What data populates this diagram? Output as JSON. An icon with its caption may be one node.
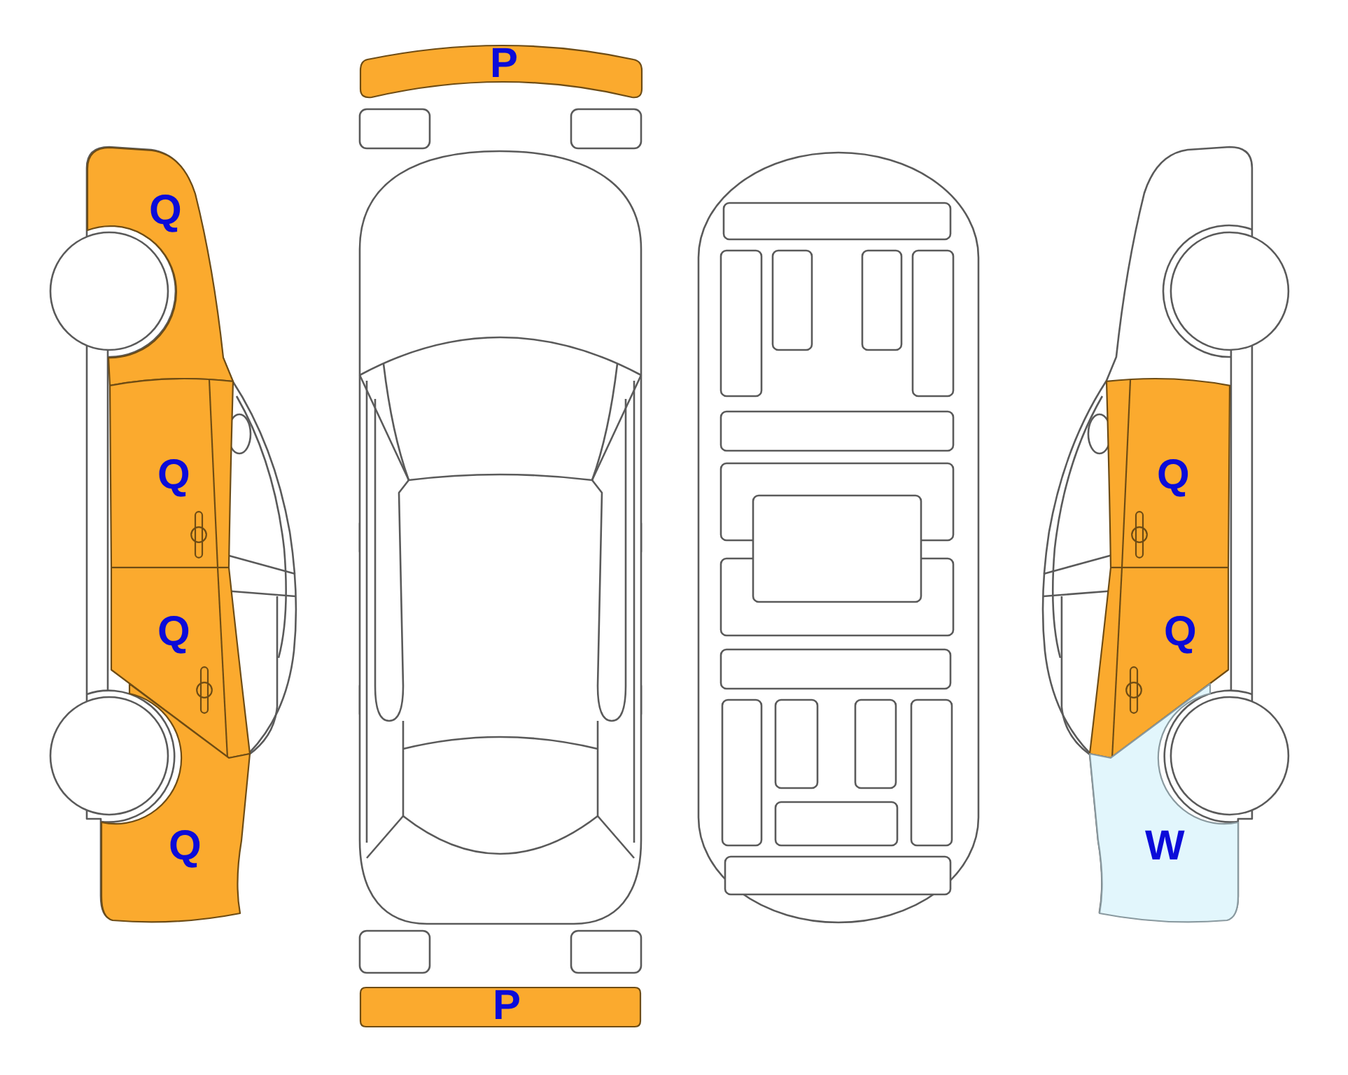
{
  "diagram": {
    "nodes": [
      {
        "text": [
          "P"
        ]
      },
      {
        "text": [
          "Q"
        ]
      },
      {
        "text": [
          "Q"
        ]
      },
      {
        "text": [
          "Q"
        ]
      },
      {
        "text": [
          "Q"
        ]
      },
      {
        "text": [
          "Q"
        ]
      },
      {
        "text": [
          "Q"
        ]
      },
      {
        "text": [
          "W"
        ]
      },
      {
        "text": [
          "P"
        ]
      }
    ]
  }
}
